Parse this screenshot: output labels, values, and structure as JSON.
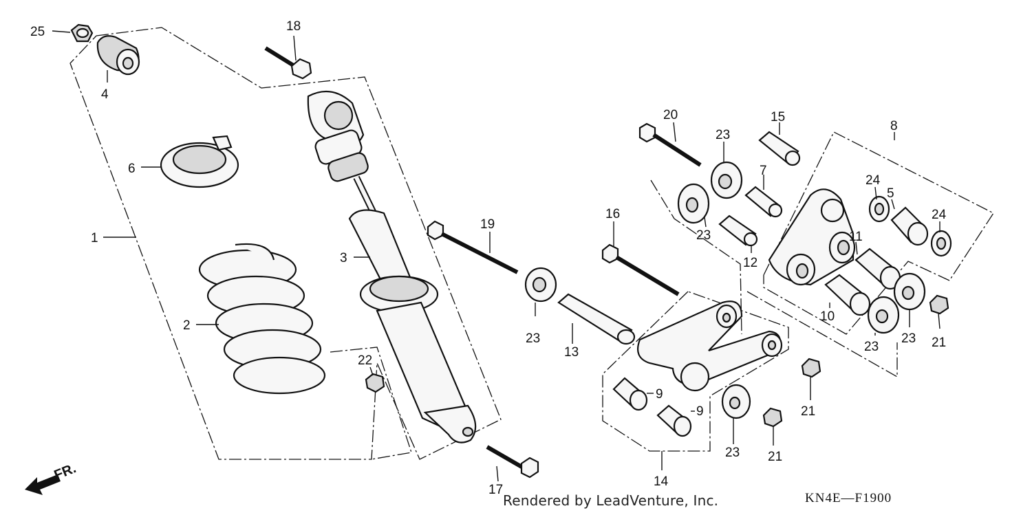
{
  "callouts": [
    {
      "id": "c25",
      "text": "25"
    },
    {
      "id": "c4",
      "text": "4"
    },
    {
      "id": "c18",
      "text": "18"
    },
    {
      "id": "c6",
      "text": "6"
    },
    {
      "id": "c1",
      "text": "1"
    },
    {
      "id": "c2",
      "text": "2"
    },
    {
      "id": "c3",
      "text": "3"
    },
    {
      "id": "c22",
      "text": "22"
    },
    {
      "id": "c19",
      "text": "19"
    },
    {
      "id": "c20",
      "text": "20"
    },
    {
      "id": "c15",
      "text": "15"
    },
    {
      "id": "c8",
      "text": "8"
    },
    {
      "id": "c23a",
      "text": "23"
    },
    {
      "id": "c7",
      "text": "7"
    },
    {
      "id": "c24a",
      "text": "24"
    },
    {
      "id": "c5",
      "text": "5"
    },
    {
      "id": "c24b",
      "text": "24"
    },
    {
      "id": "c16",
      "text": "16"
    },
    {
      "id": "c23b",
      "text": "23"
    },
    {
      "id": "c12",
      "text": "12"
    },
    {
      "id": "c11",
      "text": "11"
    },
    {
      "id": "c23c",
      "text": "23"
    },
    {
      "id": "c13",
      "text": "13"
    },
    {
      "id": "c10",
      "text": "10"
    },
    {
      "id": "c23d",
      "text": "23"
    },
    {
      "id": "c23e",
      "text": "23"
    },
    {
      "id": "c21a",
      "text": "21"
    },
    {
      "id": "c9a",
      "text": "9"
    },
    {
      "id": "c9b",
      "text": "9"
    },
    {
      "id": "c21b",
      "text": "21"
    },
    {
      "id": "c23f",
      "text": "23"
    },
    {
      "id": "c21c",
      "text": "21"
    },
    {
      "id": "c14",
      "text": "14"
    },
    {
      "id": "c17",
      "text": "17"
    }
  ],
  "front_indicator": "FR.",
  "credit": "Rendered by LeadVenture, Inc.",
  "diagram_code": "KN4E—F1900"
}
